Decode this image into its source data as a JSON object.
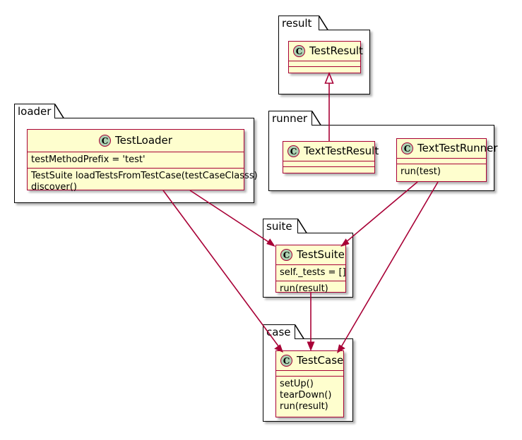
{
  "diagram": {
    "type": "uml-class-diagram",
    "title": "unittest framework class diagram",
    "colors": {
      "class_fill": "#FEFECE",
      "class_border": "#A80036",
      "icon_fill": "#ADD1B2",
      "package_border": "#000000",
      "package_fill": "#FFFFFF",
      "link": "#A80036",
      "background": "#FFFFFF"
    }
  },
  "packages": [
    {
      "id": "result",
      "name": "result"
    },
    {
      "id": "loader",
      "name": "loader"
    },
    {
      "id": "runner",
      "name": "runner"
    },
    {
      "id": "suite",
      "name": "suite"
    },
    {
      "id": "case",
      "name": "case"
    }
  ],
  "classes": [
    {
      "id": "TestResult",
      "package": "result",
      "stereotype_icon": "C",
      "name": "TestResult",
      "attributes": [],
      "methods": []
    },
    {
      "id": "TestLoader",
      "package": "loader",
      "stereotype_icon": "C",
      "name": "TestLoader",
      "attributes": [
        "testMethodPrefix = 'test'"
      ],
      "methods": [
        "TestSuite loadTestsFromTestCase(testCaseClasss)",
        "discover()"
      ]
    },
    {
      "id": "TextTestResult",
      "package": "runner",
      "stereotype_icon": "C",
      "name": "TextTestResult",
      "attributes": [],
      "methods": []
    },
    {
      "id": "TextTestRunner",
      "package": "runner",
      "stereotype_icon": "C",
      "name": "TextTestRunner",
      "attributes": [],
      "methods": [
        "run(test)"
      ]
    },
    {
      "id": "TestSuite",
      "package": "suite",
      "stereotype_icon": "C",
      "name": "TestSuite",
      "attributes": [
        "self._tests = []"
      ],
      "methods": [
        "run(result)"
      ]
    },
    {
      "id": "TestCase",
      "package": "case",
      "stereotype_icon": "C",
      "name": "TestCase",
      "attributes": [],
      "methods": [
        "setUp()",
        "tearDown()",
        "run(result)"
      ]
    }
  ],
  "relationships": [
    {
      "from": "TextTestResult",
      "to": "TestResult",
      "kind": "generalization",
      "arrow": "hollow-triangle"
    },
    {
      "from": "TestLoader",
      "to": "TestSuite",
      "kind": "association",
      "arrow": "open-arrow"
    },
    {
      "from": "TestLoader",
      "to": "TestCase",
      "kind": "association",
      "arrow": "open-arrow"
    },
    {
      "from": "TextTestRunner",
      "to": "TestSuite",
      "kind": "association",
      "arrow": "open-arrow"
    },
    {
      "from": "TextTestRunner",
      "to": "TestCase",
      "kind": "association",
      "arrow": "open-arrow"
    },
    {
      "from": "TestSuite",
      "to": "TestCase",
      "kind": "association",
      "arrow": "open-arrow"
    }
  ]
}
